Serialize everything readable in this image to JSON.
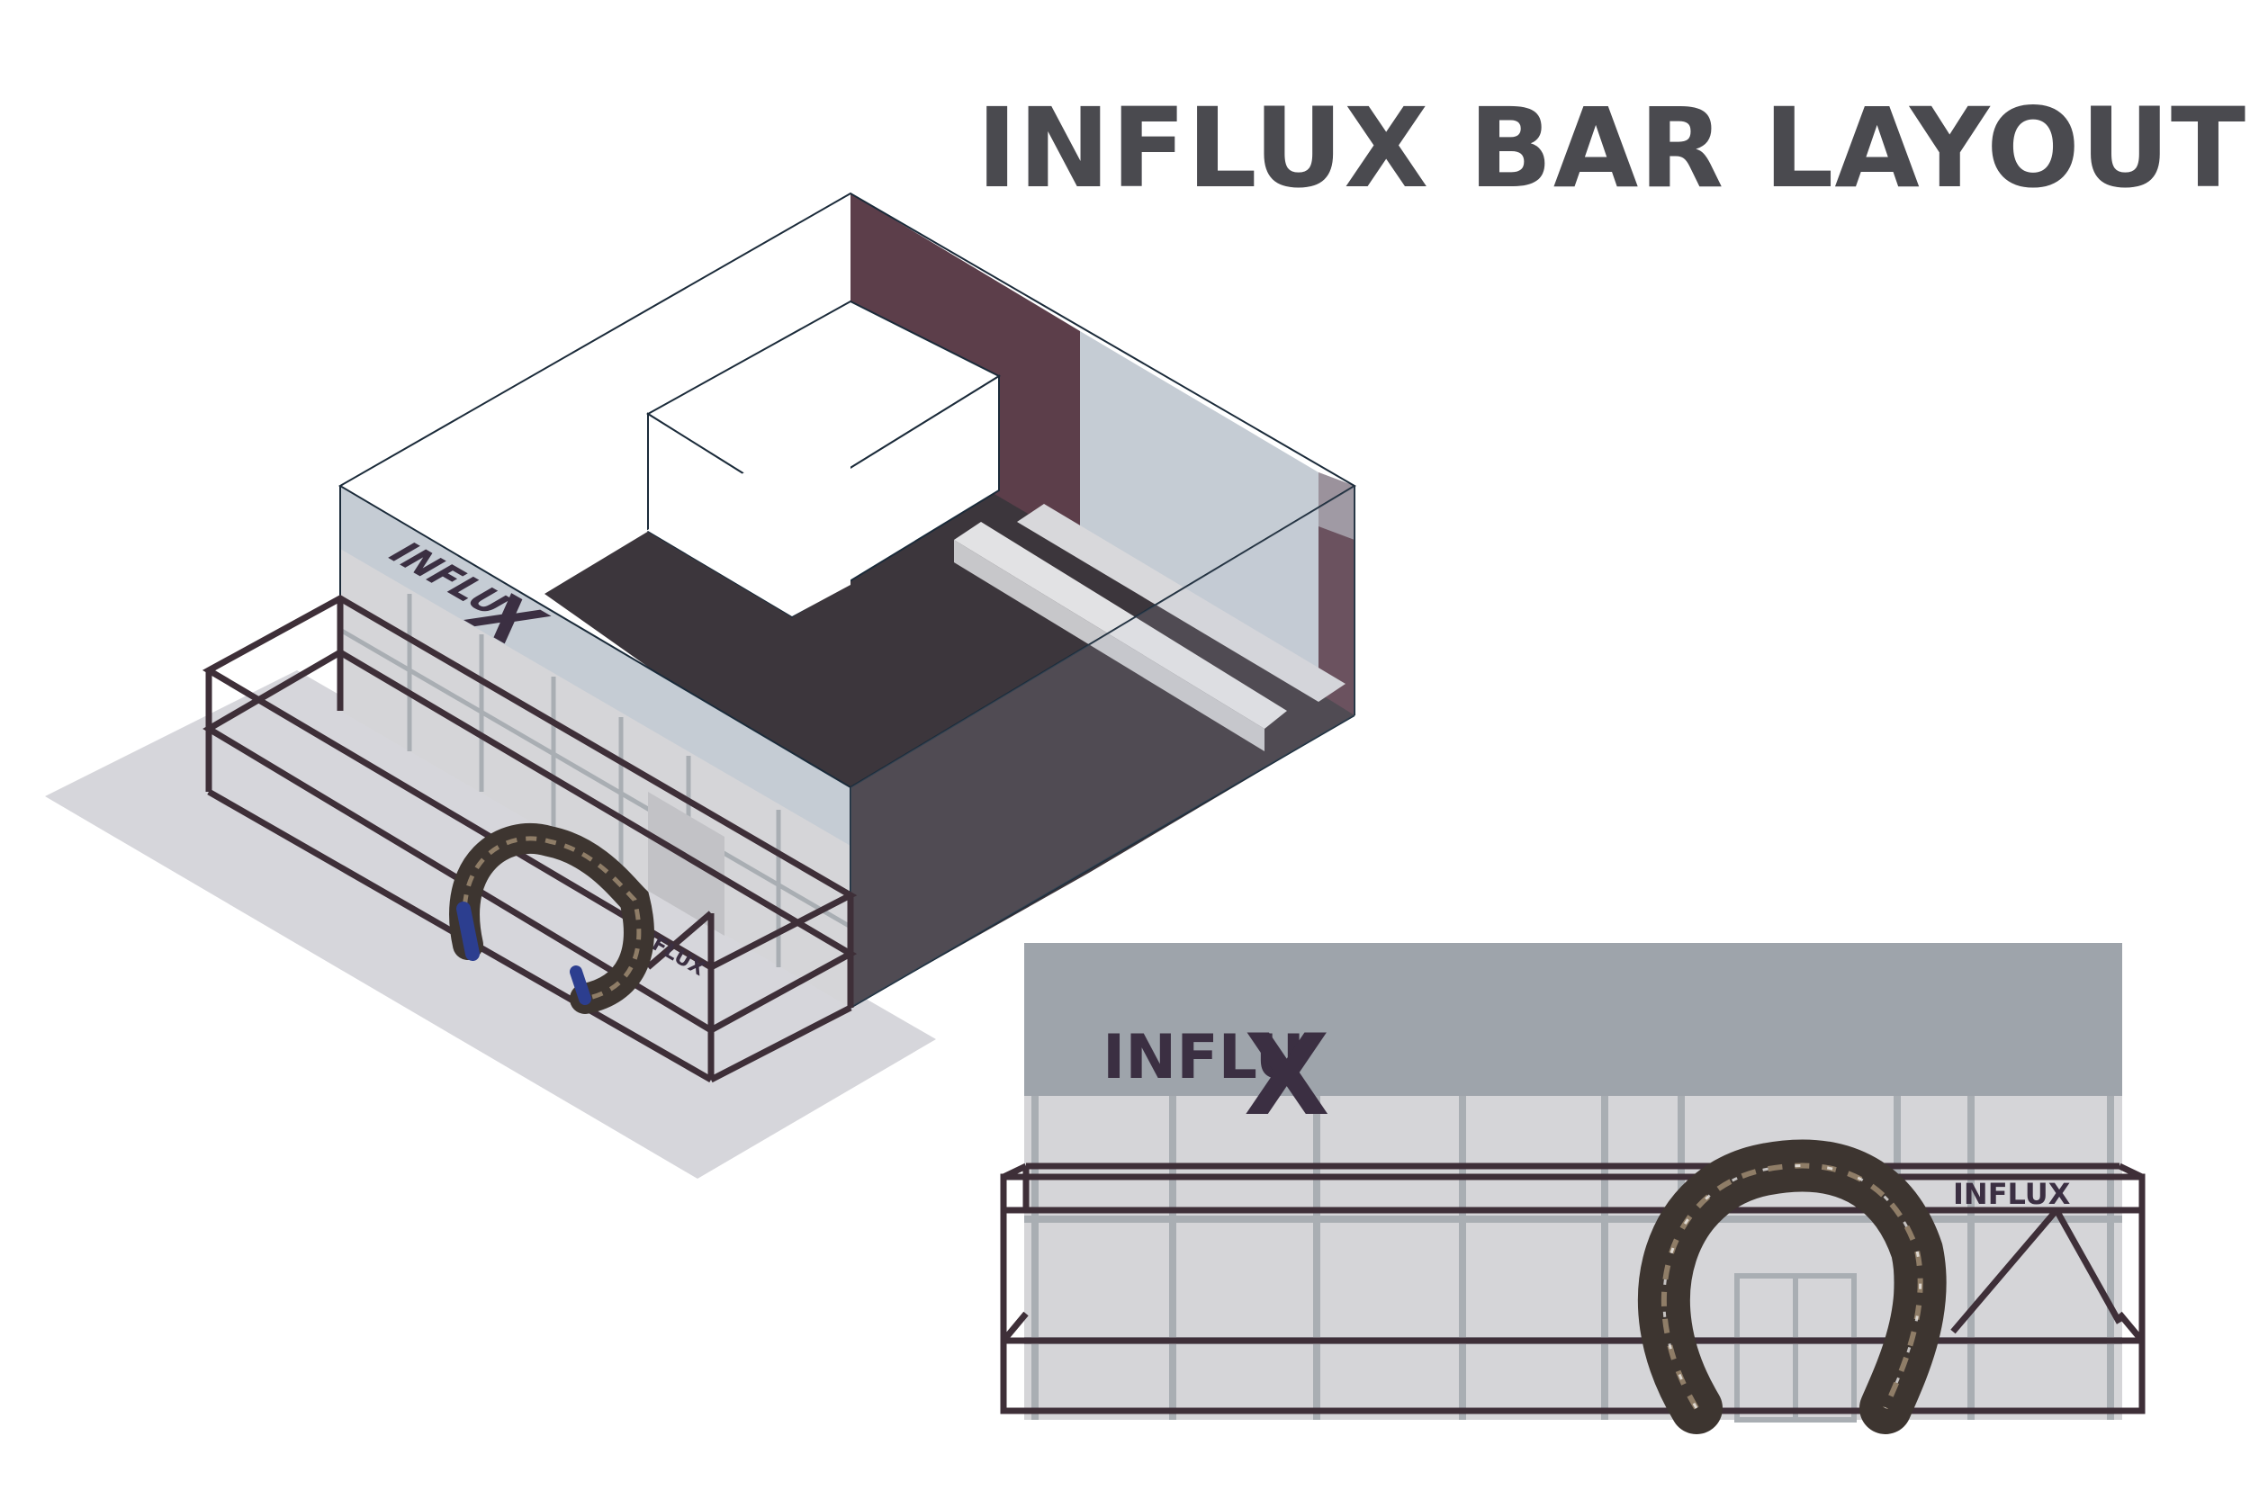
{
  "title": "INFLUX BAR LAYOUT",
  "isometric_view": {
    "sign_text": "INFLU",
    "sign_x": "X",
    "small_sign_text": "INFLUX"
  },
  "elevation_view": {
    "sign_text": "INFLU",
    "sign_x": "X",
    "small_sign_text": "INFLUX"
  },
  "colors": {
    "title": "#4a4a4f",
    "floor": "#3c363c",
    "accent_wall": "#5c3e4a",
    "glass_wall": "#c5ccd4",
    "facade": "#d5d5d8",
    "fascia": "#9ea4ab",
    "mullion": "#a9aeb3",
    "railing": "#3e2f38",
    "sign": "#3b2f42",
    "shadow": "#d6d6db",
    "sculpture": "#3d3530",
    "sculpture_highlight": "#8f7d67",
    "sculpture_blue": "#2c3e8f"
  }
}
